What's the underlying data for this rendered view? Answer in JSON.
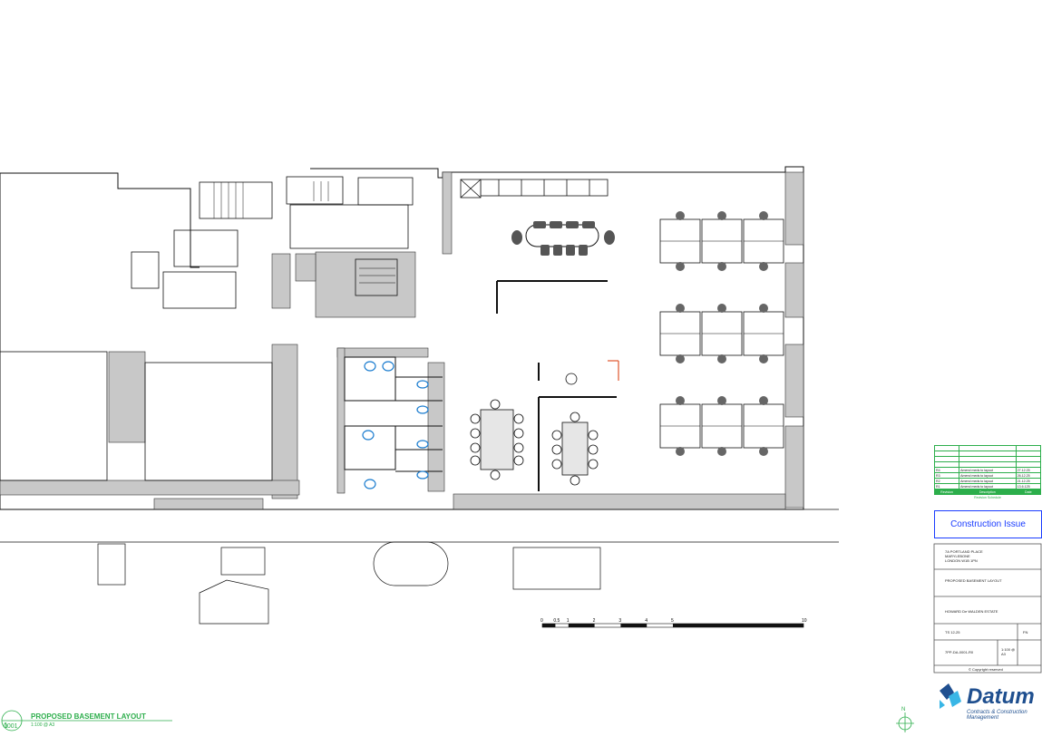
{
  "drawing": {
    "title": "PROPOSED BASEMENT LAYOUT",
    "scale_note": "1:100 @ A3",
    "view_number": "1",
    "sheet_ref": "0001"
  },
  "revisions": {
    "header_rev": "Revision",
    "header_desc": "Description",
    "header_date": "Date",
    "caption": "Revision Schedule",
    "rows": [
      {
        "rev": "R4",
        "desc": "Amend meds to layout",
        "date": "27.12.25"
      },
      {
        "rev": "R3",
        "desc": "Amend meds to layout",
        "date": "26.12.25"
      },
      {
        "rev": "R2",
        "desc": "Amend meds to layout",
        "date": "21.12.25"
      },
      {
        "rev": "R1",
        "desc": "Amend meds to layout",
        "date": "13.6.125"
      }
    ]
  },
  "status": "Construction Issue",
  "title_block": {
    "project_address": [
      "7A PORTLAND PLACE",
      "MARYLEBONE",
      "LONDON W1B 1PN"
    ],
    "drawing_title": "PROPOSED BASEMENT LAYOUT",
    "client": "HOWARD De WALDEN ESTATE",
    "job_no": "TS 12-25",
    "drawn": "FN",
    "drawing_no": "7PP-DA-0001-R0",
    "scale": "1:100 @",
    "paper": "A3",
    "copyright": "© Copyright reserved"
  },
  "company": {
    "name": "Datum",
    "tagline": "Contracts & Construction Management"
  },
  "scale_bar": {
    "labels": [
      "0",
      "0.5",
      "1",
      "2",
      "3",
      "4",
      "5",
      "10"
    ],
    "values_m": [
      0,
      0.5,
      1,
      2,
      3,
      4,
      5,
      10
    ]
  },
  "north_label": "N",
  "colors": {
    "wall": "#c8c8c8",
    "line": "#111111",
    "accent": "#2cae4b",
    "annotation": "#1a3cff",
    "logo": "#1f4f8f"
  }
}
